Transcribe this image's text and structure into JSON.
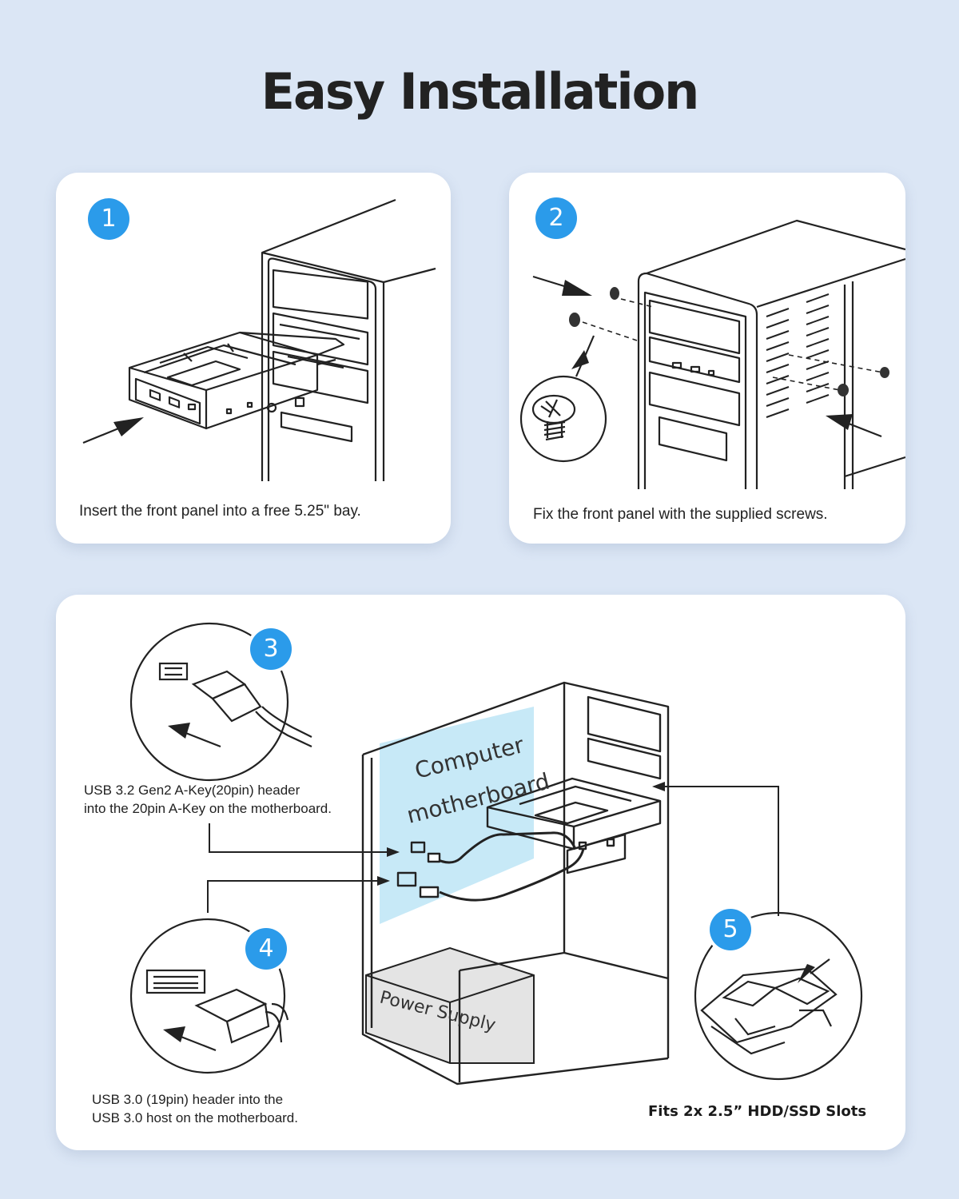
{
  "title": "Easy Installation",
  "steps": [
    {
      "number": "1",
      "caption": "Insert the front panel into a free 5.25\" bay."
    },
    {
      "number": "2",
      "caption": "Fix the front panel with the supplied screws."
    },
    {
      "number": "3",
      "caption_line1": "USB 3.2 Gen2 A-Key(20pin) header",
      "caption_line2": "into the 20pin A-Key on the motherboard."
    },
    {
      "number": "4",
      "caption_line1": "USB 3.0 (19pin) header into the",
      "caption_line2": "USB 3.0 host on the motherboard."
    },
    {
      "number": "5",
      "caption": "Fits 2x 2.5” HDD/SSD Slots"
    }
  ],
  "labels": {
    "motherboard_line1": "Computer",
    "motherboard_line2": "motherboard",
    "power_supply": "Power Supply"
  },
  "colors": {
    "background": "#dbe6f5",
    "card": "#ffffff",
    "badge": "#2b9bea",
    "motherboard_fill": "#c7e9f7",
    "psu_fill": "#e4e4e4"
  }
}
